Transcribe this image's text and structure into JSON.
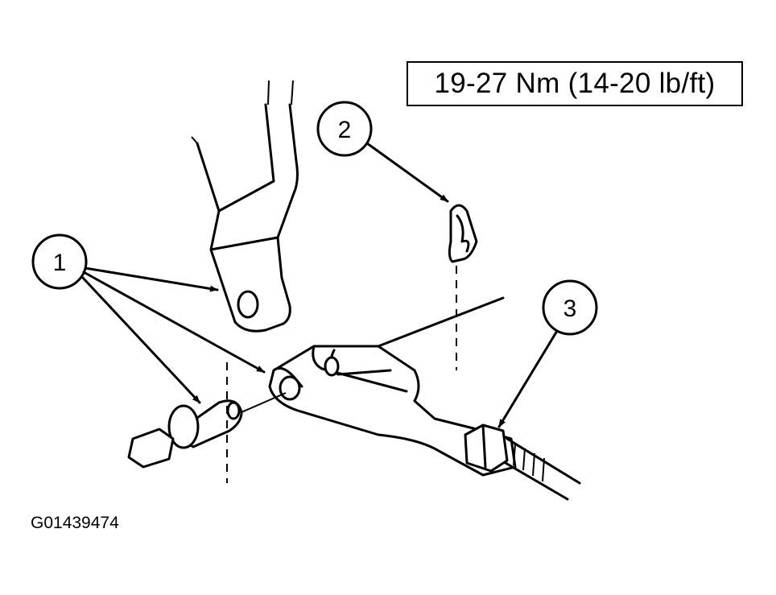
{
  "torque_spec": "19-27 Nm (14-20 lb/ft)",
  "figure_id": "G01439474",
  "callouts": [
    "1",
    "2",
    "3"
  ],
  "colors": {
    "ink": "#000000",
    "paper": "#ffffff"
  }
}
